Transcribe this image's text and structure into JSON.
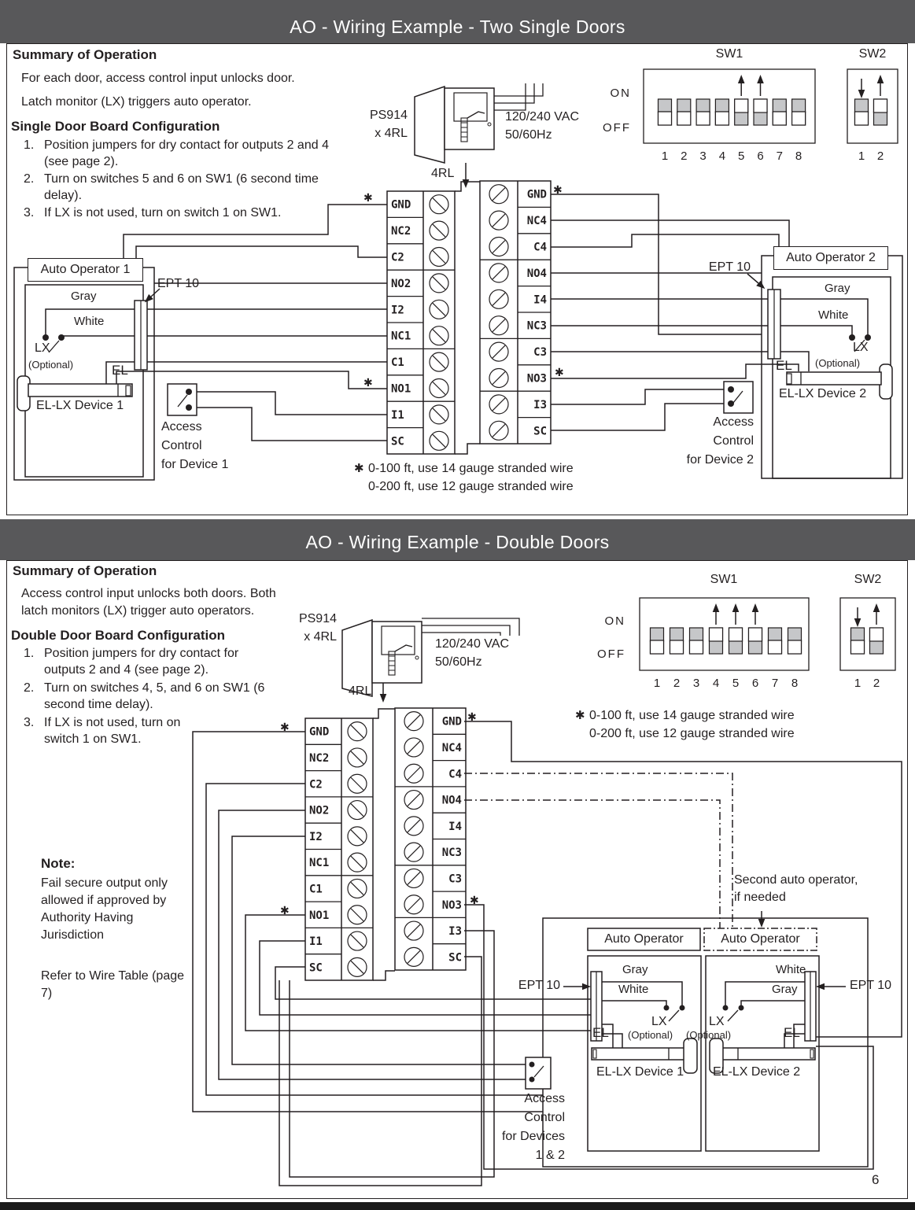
{
  "page": {
    "number": "6"
  },
  "glyphs": {
    "star": "✱"
  },
  "colors": {
    "banner": "#58585a",
    "line": "#231f20",
    "switch_gray": "#c6c7c9",
    "footer": "#1a1a1a"
  },
  "board": {
    "name": "4RL",
    "left_terminals": [
      "GND",
      "NC2",
      "C2",
      "NO2",
      "I2",
      "NC1",
      "C1",
      "NO1",
      "I1",
      "SC"
    ],
    "right_terminals": [
      "GND",
      "NC4",
      "C4",
      "NO4",
      "I4",
      "NC3",
      "C3",
      "NO3",
      "I3",
      "SC"
    ],
    "power_supply": [
      "PS914",
      "x 4RL"
    ],
    "power_input": [
      "120/240 VAC",
      "50/60Hz"
    ]
  },
  "dip": {
    "on": "ON",
    "off": "OFF",
    "sw1": "SW1",
    "sw2": "SW2",
    "sw1_numbers": [
      "1",
      "2",
      "3",
      "4",
      "5",
      "6",
      "7",
      "8"
    ],
    "sw2_numbers": [
      "1",
      "2"
    ]
  },
  "wire_note": {
    "line1": "0-100 ft, use 14 gauge stranded wire",
    "line2": "0-200 ft, use 12 gauge stranded wire"
  },
  "door_labels": {
    "ept": "EPT 10",
    "gray": "Gray",
    "white": "White",
    "lx": "LX",
    "optional": "(Optional)",
    "el": "EL",
    "device1": "EL-LX Device 1",
    "device2": "EL-LX Device 2"
  },
  "section1": {
    "title": "AO - Wiring Example - Two Single Doors",
    "summary_heading": "Summary of Operation",
    "summary_line1": "For each door, access control input unlocks door.",
    "summary_line2": "Latch monitor (LX) triggers auto operator.",
    "config_heading": "Single Door Board Configuration",
    "steps": [
      "Position jumpers for dry contact for outputs 2 and 4 (see page 2).",
      "Turn on switches 5 and 6 on SW1 (6 second time delay).",
      "If LX is not used, turn on switch 1 on SW1."
    ],
    "auto_operator1": "Auto Operator 1",
    "auto_operator2": "Auto Operator 2",
    "access1": [
      "Access",
      "Control",
      "for Device 1"
    ],
    "access2": [
      "Access",
      "Control",
      "for Device 2"
    ]
  },
  "section2": {
    "title": "AO - Wiring Example - Double Doors",
    "summary_heading": "Summary of Operation",
    "summary": "Access control input unlocks both doors. Both latch monitors (LX) trigger auto operators.",
    "config_heading": "Double Door Board Configuration",
    "steps": [
      "Position jumpers for dry contact for outputs 2 and 4 (see page 2).",
      "Turn on switches 4, 5, and 6 on SW1 (6 second time delay).",
      "If LX is not used, turn on switch 1 on SW1."
    ],
    "auto_operator": "Auto Operator",
    "second_note": [
      "Second auto operator,",
      "if needed"
    ],
    "note_heading": "Note:",
    "note_text": "Fail secure output only allowed if approved by Authority Having Jurisdiction",
    "refer": "Refer to Wire Table (page 7)",
    "access": [
      "Access",
      "Control",
      "for Devices",
      "1 & 2"
    ]
  }
}
